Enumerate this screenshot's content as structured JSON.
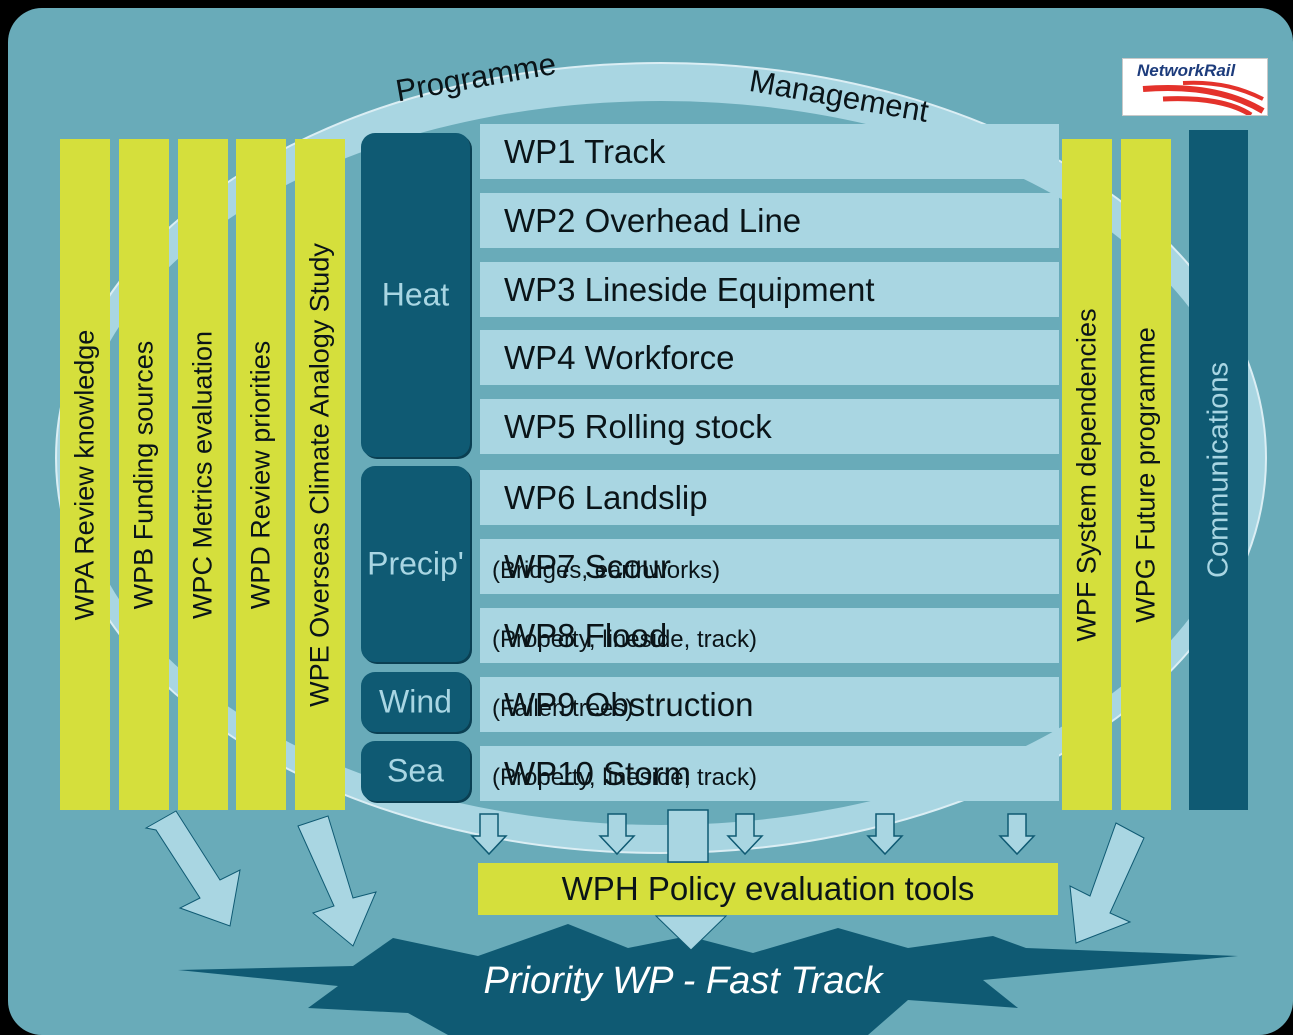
{
  "header": {
    "arc_left": "Programme",
    "arc_right": "Management",
    "logo_text": "NetworkRail"
  },
  "left_bars": [
    {
      "label": "WPA Review knowledge"
    },
    {
      "label": "WPB Funding sources"
    },
    {
      "label": "WPC Metrics evaluation"
    },
    {
      "label": "WPD Review priorities"
    },
    {
      "label": "WPE Overseas Climate Analogy Study"
    }
  ],
  "hazards": [
    {
      "label": "Heat"
    },
    {
      "label": "Precip'"
    },
    {
      "label": "Wind"
    },
    {
      "label": "Sea"
    }
  ],
  "work_packages": [
    {
      "title": "WP1 Track",
      "detail": ""
    },
    {
      "title": "WP2 Overhead Line",
      "detail": ""
    },
    {
      "title": "WP3 Lineside Equipment",
      "detail": ""
    },
    {
      "title": "WP4 Workforce",
      "detail": ""
    },
    {
      "title": "WP5 Rolling stock",
      "detail": ""
    },
    {
      "title": "WP6 Landslip",
      "detail": ""
    },
    {
      "title": "WP7 Scour",
      "detail": "(Bridges, earthworks)"
    },
    {
      "title": "WP8 Flood",
      "detail": "(Property, lineside, track)"
    },
    {
      "title": "WP9 Obstruction",
      "detail": "(Fallen trees)"
    },
    {
      "title": "WP10 Storm",
      "detail": "(Property, lineside, track)"
    }
  ],
  "right_bars": [
    {
      "label": "WPF System dependencies"
    },
    {
      "label": "WPG Future programme"
    }
  ],
  "communications": "Communications",
  "policy_tools": "WPH Policy evaluation tools",
  "fast_track": "Priority WP - Fast Track"
}
